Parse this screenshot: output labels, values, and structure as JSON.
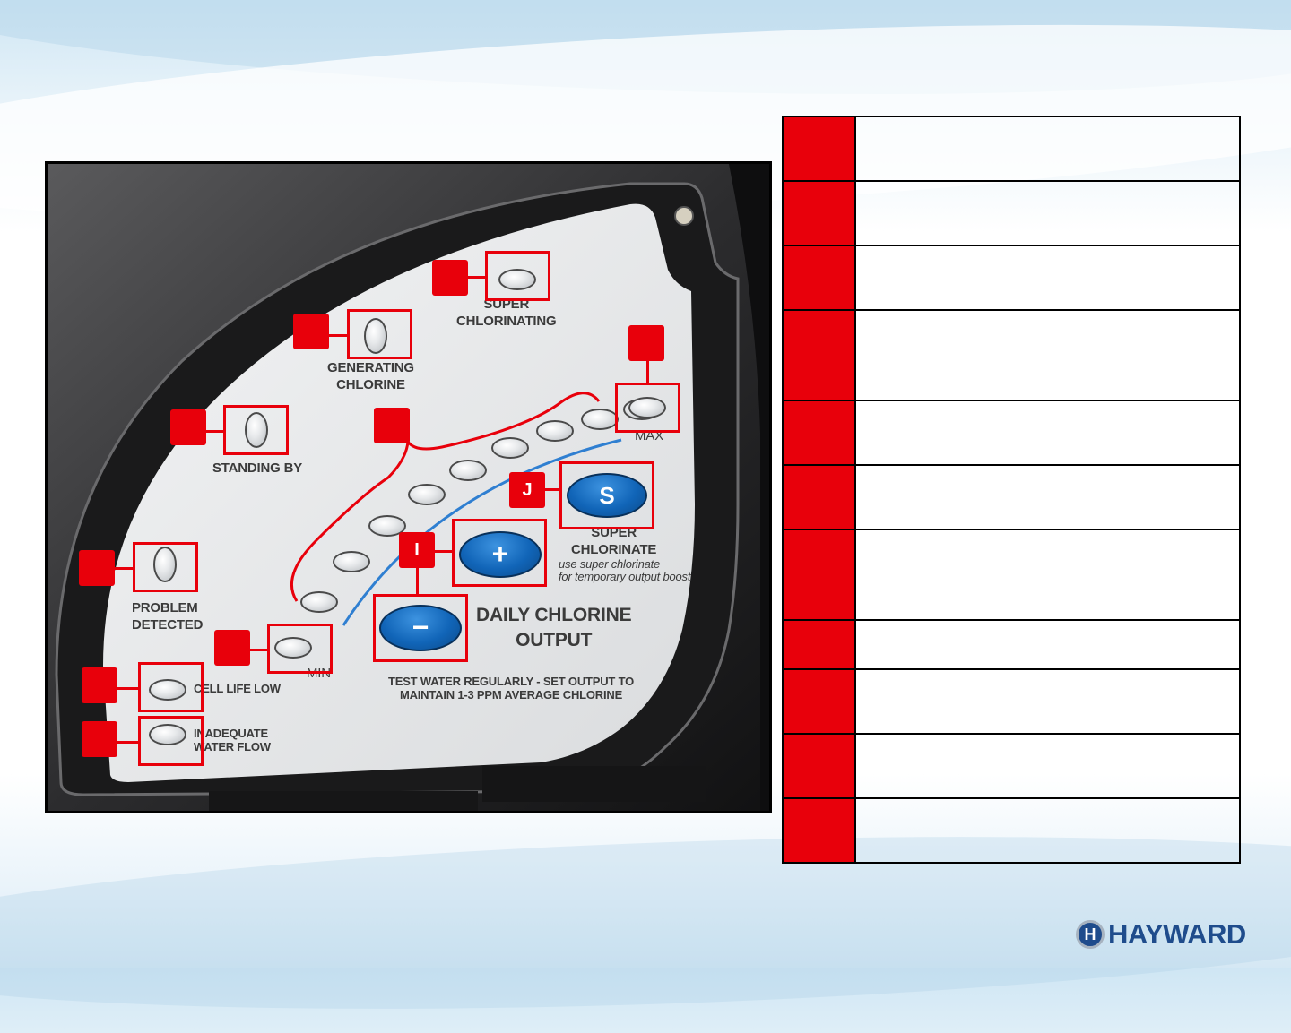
{
  "panel": {
    "super_chlorinating": [
      "SUPER",
      "CHLORINATING"
    ],
    "generating_chlorine": [
      "GENERATING",
      "CHLORINE"
    ],
    "standing_by": "STANDING BY",
    "problem_detected": [
      "PROBLEM",
      "DETECTED"
    ],
    "cell_life_low": "CELL LIFE LOW",
    "inadequate_water_flow": [
      "INADEQUATE",
      "WATER FLOW"
    ],
    "max": "MAX",
    "min": "MIN",
    "super_chlorinate": [
      "SUPER",
      "CHLORINATE"
    ],
    "boost_hint": [
      "use super chlorinate",
      "for temporary output boost"
    ],
    "daily_output": [
      "DAILY CHLORINE",
      "OUTPUT"
    ],
    "instructions": [
      "TEST WATER REGULARLY - SET OUTPUT TO",
      "MAINTAIN 1-3 PPM AVERAGE CHLORINE"
    ],
    "buttons": {
      "super": "S",
      "plus": "+",
      "minus": "−"
    }
  },
  "callouts": {
    "super_chlorinate_button": "J",
    "output_buttons": "I"
  },
  "legend": {
    "rows": [
      {
        "key": "",
        "text": ""
      },
      {
        "key": "",
        "text": ""
      },
      {
        "key": "",
        "text": ""
      },
      {
        "key": "",
        "text": ""
      },
      {
        "key": "",
        "text": ""
      },
      {
        "key": "",
        "text": ""
      },
      {
        "key": "",
        "text": ""
      },
      {
        "key": "",
        "text": ""
      },
      {
        "key": "",
        "text": ""
      },
      {
        "key": "",
        "text": ""
      },
      {
        "key": "",
        "text": ""
      }
    ]
  },
  "brand": {
    "logo_text": "HAYWARD",
    "logo_mark": "H"
  },
  "colors": {
    "callout_red": "#e8000b",
    "button_blue": "#1165b8",
    "brand_blue": "#1f4c8c"
  }
}
